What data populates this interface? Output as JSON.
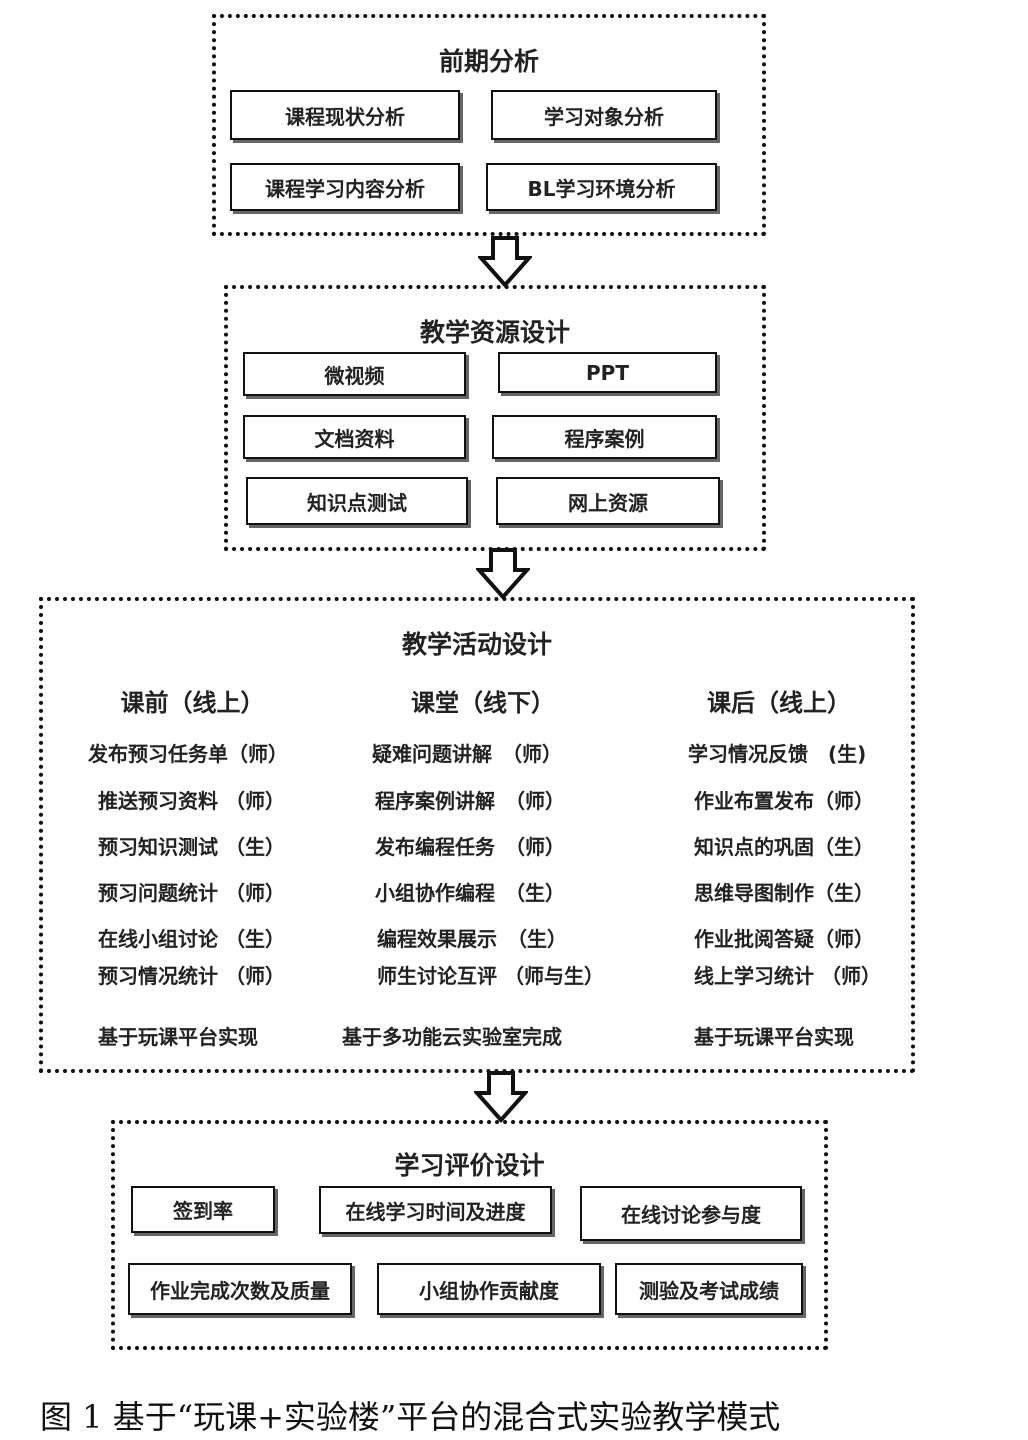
{
  "sections": {
    "analysis": {
      "title": "前期分析",
      "boxes": [
        "课程现状分析",
        "学习对象分析",
        "课程学习内容分析",
        "BL学习环境分析"
      ]
    },
    "resources": {
      "title": "教学资源设计",
      "boxes": [
        "微视频",
        "PPT",
        "文档资料",
        "程序案例",
        "知识点测试",
        "网上资源"
      ]
    },
    "activities": {
      "title": "教学活动设计",
      "columns": [
        {
          "heading": "课前（线上）",
          "items": [
            "发布预习任务单（师）",
            "推送预习资料 （师）",
            "预习知识测试 （生）",
            "预习问题统计 （师）",
            "在线小组讨论 （生）",
            "预习情况统计 （师）"
          ],
          "footer": "基于玩课平台实现"
        },
        {
          "heading": "课堂（线下）",
          "items": [
            "疑难问题讲解　（师）",
            "程序案例讲解　（师）",
            "发布编程任务　（师）",
            "小组协作编程　（生）",
            "编程效果展示　（生）",
            "师生讨论互评 （师与生）"
          ],
          "footer": "基于多功能云实验室完成"
        },
        {
          "heading": "课后（线上）",
          "items": [
            "学习情况反馈　(生)",
            "作业布置发布（师）",
            "知识点的巩固（生）",
            "思维导图制作（生）",
            "作业批阅答疑（师）",
            "线上学习统计 （师）"
          ],
          "footer": "基于玩课平台实现"
        }
      ]
    },
    "evaluation": {
      "title": "学习评价设计",
      "boxes": [
        "签到率",
        "在线学习时间及进度",
        "在线讨论参与度",
        "作业完成次数及质量",
        "小组协作贡献度",
        "测验及考试成绩"
      ]
    }
  },
  "caption": "图 1  基于“玩课+实验楼”平台的混合式实验教学模式"
}
